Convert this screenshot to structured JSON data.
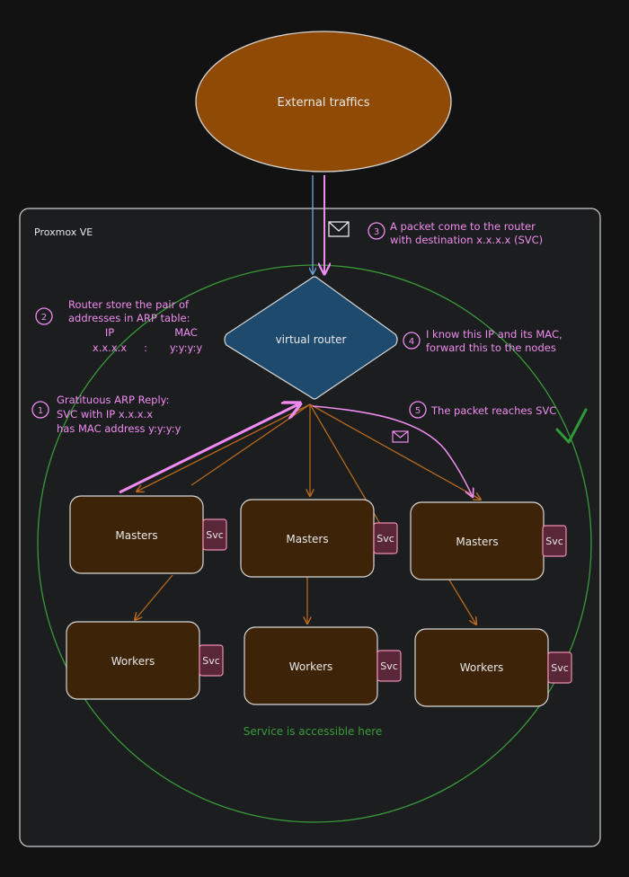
{
  "external": {
    "label": "External traffics"
  },
  "container": {
    "label": "Proxmox VE"
  },
  "router": {
    "label": "virtual router"
  },
  "masters": [
    {
      "label": "Masters",
      "svc": "Svc"
    },
    {
      "label": "Masters",
      "svc": "Svc"
    },
    {
      "label": "Masters",
      "svc": "Svc"
    }
  ],
  "workers": [
    {
      "label": "Workers",
      "svc": "Svc"
    },
    {
      "label": "Workers",
      "svc": "Svc"
    },
    {
      "label": "Workers",
      "svc": "Svc"
    }
  ],
  "steps": {
    "s1": {
      "num": "1",
      "lines": [
        "Gratituous ARP Reply:",
        "SVC with IP x.x.x.x",
        "has MAC address y:y:y:y"
      ]
    },
    "s2": {
      "num": "2",
      "lines": [
        "Router store the pair of",
        "addresses in ARP table:"
      ],
      "table": {
        "col1": "IP",
        "col2": "MAC",
        "ip": "x.x.x.x",
        "sep": ":",
        "mac": "y:y:y:y"
      }
    },
    "s3": {
      "num": "3",
      "lines": [
        "A packet come to the router",
        "with destination x.x.x.x (SVC)"
      ]
    },
    "s4": {
      "num": "4",
      "lines": [
        "I know this IP and its MAC,",
        "forward this to the nodes"
      ]
    },
    "s5": {
      "num": "5",
      "lines": [
        "The packet reaches SVC"
      ]
    }
  },
  "service_note": "Service is accessible here",
  "colors": {
    "background": "#121212",
    "external_fill": "#8f4a05",
    "router_fill": "#1e4a6e",
    "node_fill": "#3d2409",
    "svc_fill": "#5a2738",
    "svc_stroke": "#f08cb0",
    "annotation": "#f08cf0",
    "arrow_orange": "#b8691e",
    "circle_green": "#3a9a3a"
  }
}
